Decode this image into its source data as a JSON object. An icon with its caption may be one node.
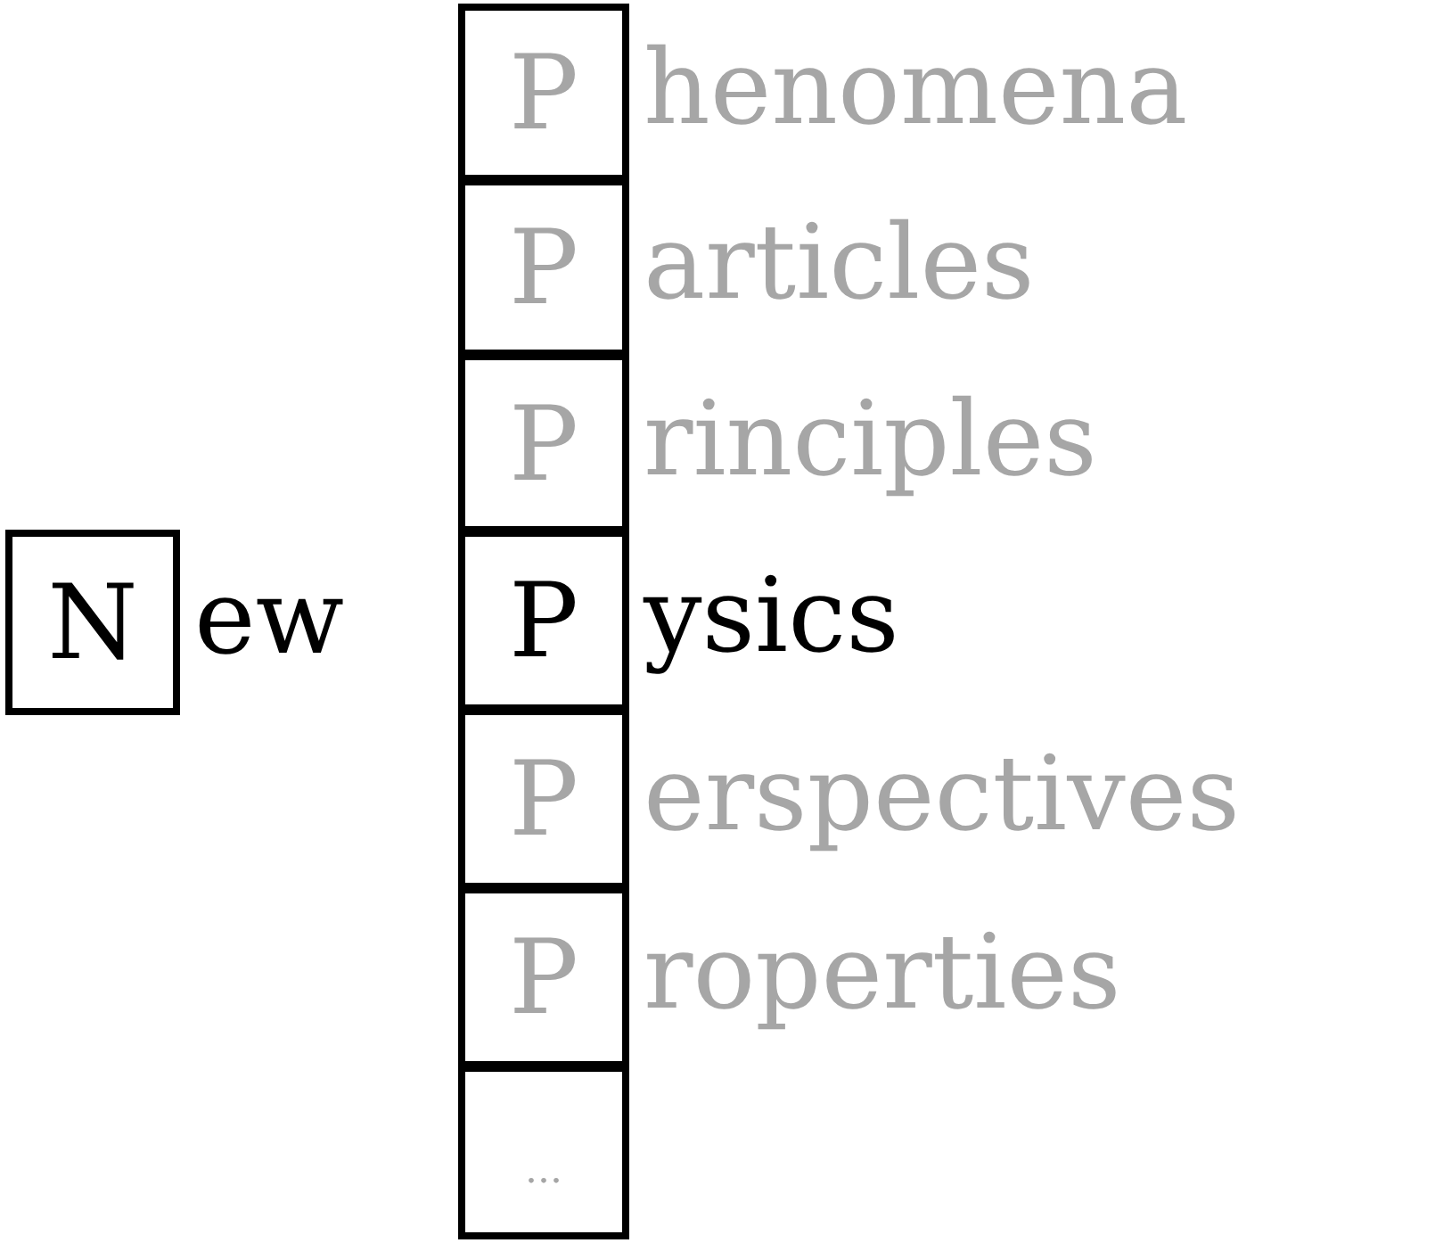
{
  "diagram": {
    "nodes": [
      {
        "text": [
          "P"
        ],
        "beside": [
          "henomena"
        ]
      },
      {
        "text": [
          "P"
        ],
        "beside": [
          "articles"
        ]
      },
      {
        "text": [
          "P"
        ],
        "beside": [
          "rinciples"
        ]
      },
      {
        "text": [
          "N"
        ],
        "beside": [
          "ew"
        ]
      },
      {
        "text": [
          "P"
        ],
        "beside": [
          "ysics"
        ]
      },
      {
        "text": [
          "P"
        ],
        "beside": [
          "erspectives"
        ]
      },
      {
        "text": [
          "P"
        ],
        "beside": [
          "roperties"
        ]
      },
      {
        "text": [
          "..."
        ]
      }
    ]
  }
}
